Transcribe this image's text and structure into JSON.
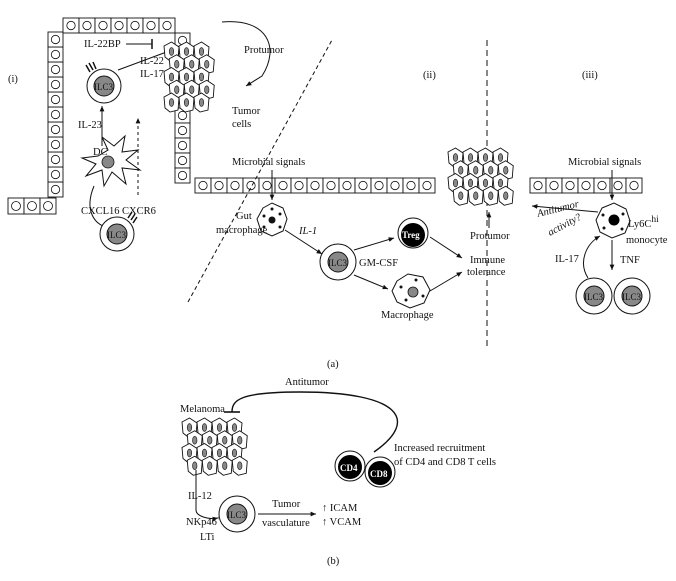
{
  "panel_a": {
    "label": "(a)",
    "section_i": "(i)",
    "section_ii": "(ii)",
    "section_iii": "(iii)",
    "il22bp": "IL-22BP",
    "il22": "IL-22",
    "il17_top": "IL-17",
    "protumor_top": "Protumor",
    "tumor": "Tumor",
    "cells": "cells",
    "il23": "IL-23",
    "dc": "DC",
    "cxcl16": "CXCL16",
    "cxcr6": "CXCR6",
    "ilc3": "ILC3",
    "microbial_signals": "Microbial signals",
    "gut": "Gut",
    "macrophage": "macrophage",
    "il1": "IL-1",
    "treg": "Treg",
    "gmcsf": "GM-CSF",
    "macrophage2": "Macrophage",
    "protumor_mid": "Protumor",
    "immune": "Immune",
    "tolerance": "tolerance",
    "microbial_signals_right": "Microbial signals",
    "antitumor": "Antitumor",
    "activity": "activity?",
    "ly6c": "Ly6C",
    "ly6c_sup": "hi",
    "monocyte": "monocyte",
    "il17_right": "IL-17",
    "tnf": "TNF"
  },
  "panel_b": {
    "label": "(b)",
    "antitumor": "Antitumor",
    "melanoma": "Melanoma",
    "cd4": "CD4",
    "cd8": "CD8",
    "recruit_1": "Increased recruitment",
    "recruit_2": "of CD4 and CD8 T cells",
    "il12": "IL-12",
    "nkp46": "NKp46",
    "nkp46_sup": "+",
    "lti": "LTi",
    "ilc3": "ILC3",
    "tumor": "Tumor",
    "vasculature": "vasculature",
    "icam": "↑ ICAM",
    "vcam": "↑ VCAM"
  }
}
